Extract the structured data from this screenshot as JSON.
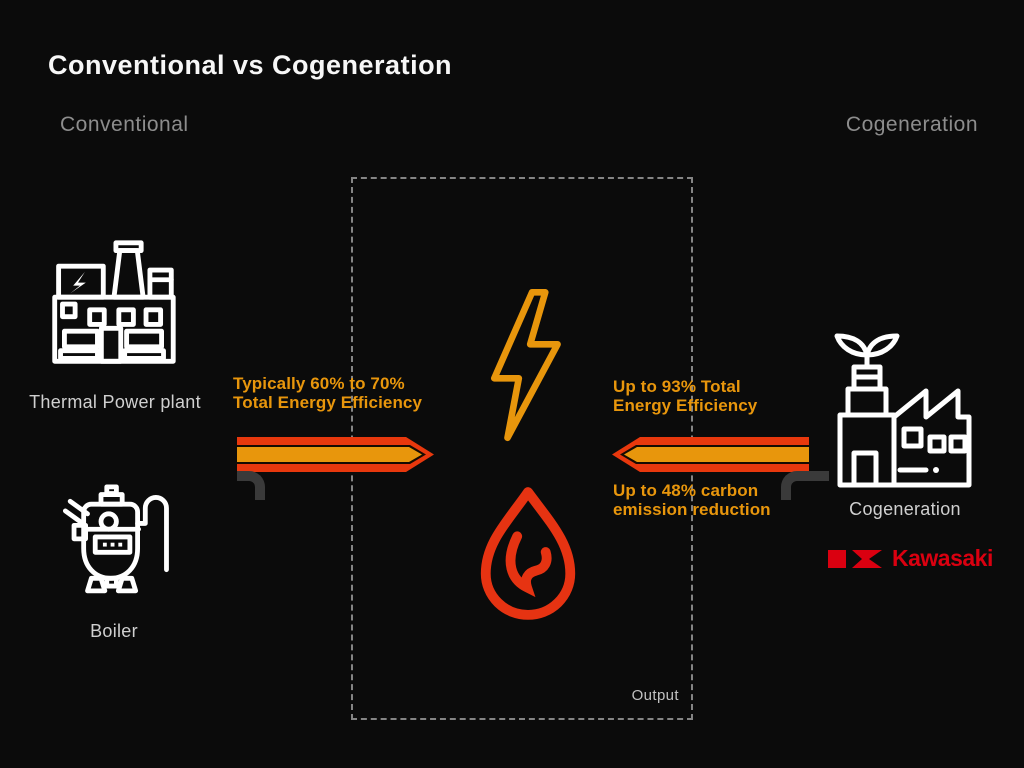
{
  "header": {
    "title": "Conventional vs Cogeneration",
    "left_label": "Conventional",
    "right_label": "Cogeneration"
  },
  "conventional": {
    "plant_label": "Thermal Power plant",
    "boiler_label": "Boiler",
    "arrow_caption_line1": "Typically 60% to 70%",
    "arrow_caption_line2": "Total Energy Efficiency"
  },
  "cogeneration": {
    "arrow_caption_line1": "Up to 93% Total",
    "arrow_caption_line2": "Energy Efficiency",
    "benefit_line1": "Up to 48% carbon",
    "benefit_line2": "emission reduction",
    "plant_label": "Cogeneration"
  },
  "output_box": {
    "label": "Output"
  },
  "brand": {
    "wordmark": "Kawasaki"
  },
  "icons": {
    "left_top": "thermal-power-plant-icon",
    "left_bottom": "boiler-icon",
    "center_top": "lightning-bolt-icon",
    "center_bottom": "flame-icon",
    "right": "cogeneration-plant-icon",
    "brand": "kawasaki-river-mark-icon"
  },
  "colors": {
    "background": "#0b0b0b",
    "title_white": "#f7f7f7",
    "muted_gray": "#8d8d8d",
    "label_gray": "#d0d0d0",
    "accent_orange": "#e8960c",
    "accent_red": "#e8380d",
    "flame_red": "#e63312",
    "brand_red": "#da0010",
    "pipe_gray": "#3a3a3a",
    "dash_gray": "#858585"
  }
}
